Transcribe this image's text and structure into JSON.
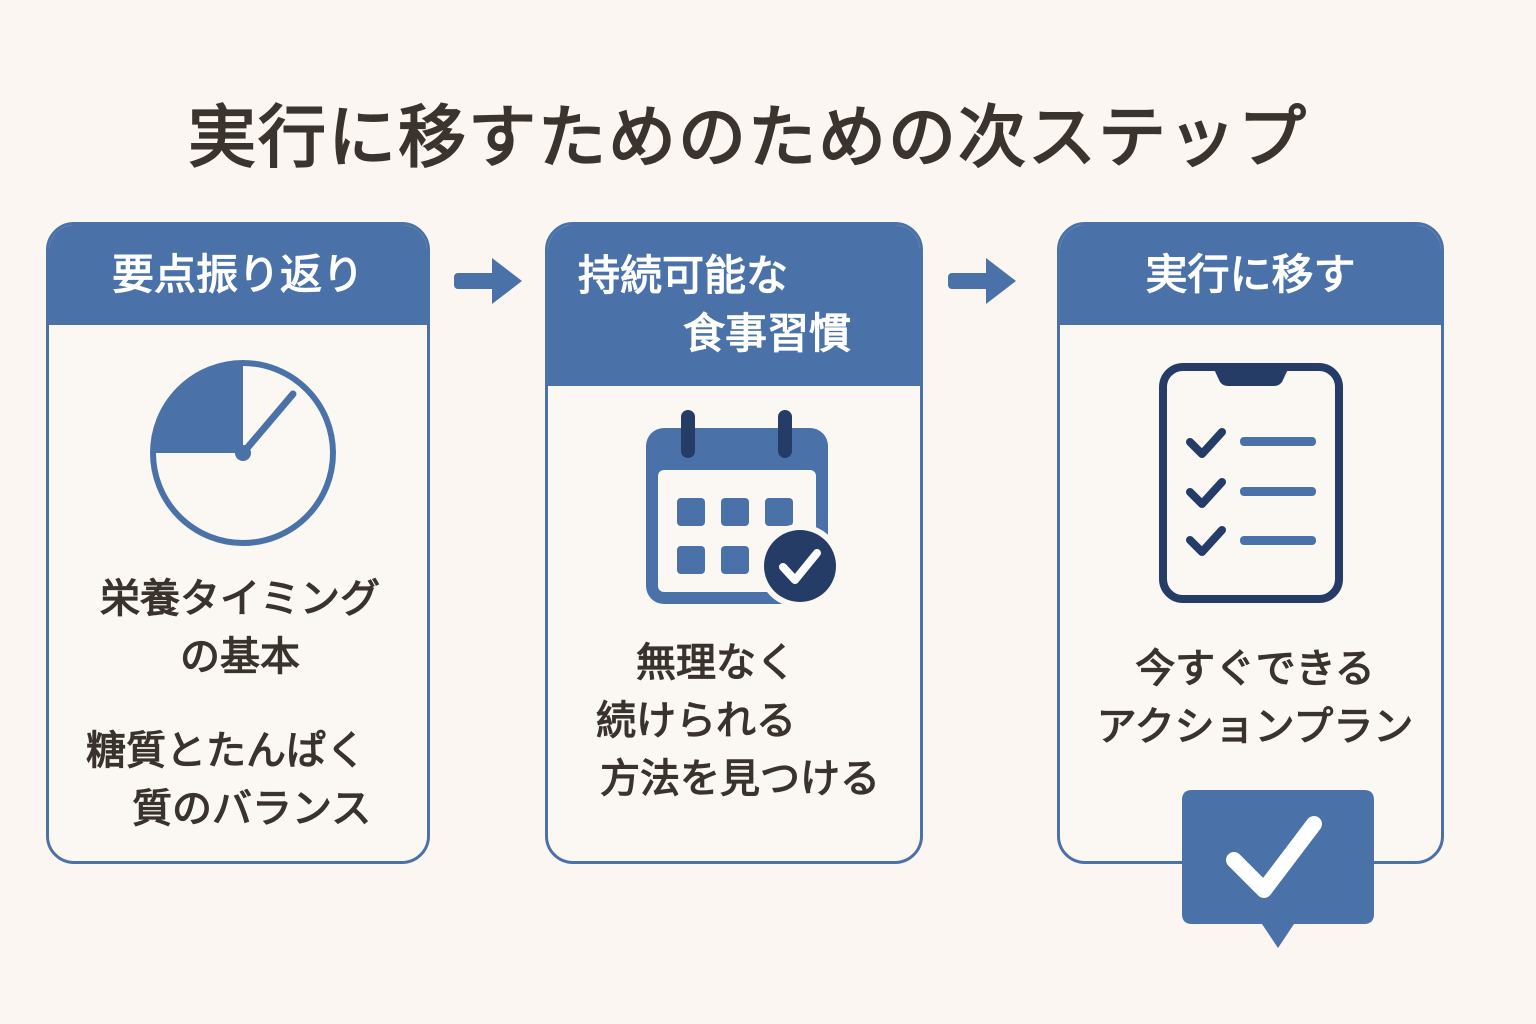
{
  "title": "実行に移すためのための次ステップ",
  "colors": {
    "primary": "#4a72a8",
    "dark": "#253d66",
    "background": "#fbf6f1",
    "text": "#3a322c"
  },
  "steps": [
    {
      "heading": "要点振り返り",
      "icon": "clock-pie-icon",
      "items": [
        {
          "line1": "栄養タイミング",
          "line2": "の基本"
        },
        {
          "line1": "糖質とたんぱく",
          "line2": "質のバランス"
        }
      ]
    },
    {
      "heading_line1": "持続可能な",
      "heading_line2": "食事習慣",
      "icon": "calendar-check-icon",
      "text_lines": [
        "無理なく",
        "続けられる",
        "方法を見つける"
      ]
    },
    {
      "heading": "実行に移す",
      "icon": "checklist-phone-icon",
      "text_lines": [
        "今すぐできる",
        "アクションプラン"
      ],
      "badge_icon": "check-speech-bubble-icon"
    }
  ]
}
